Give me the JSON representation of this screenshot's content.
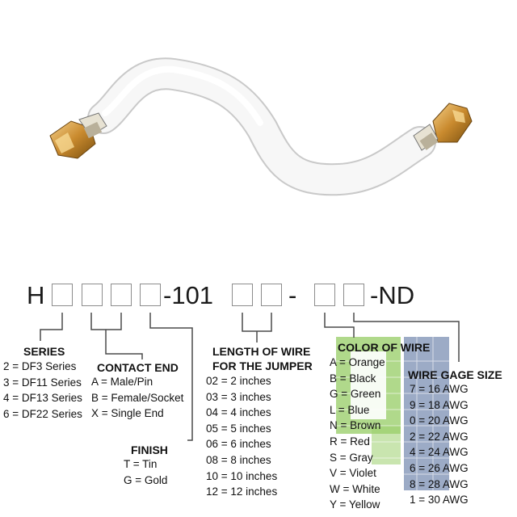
{
  "part_number": {
    "prefix": "H",
    "mid": "-101",
    "dash": "-",
    "suffix": "-ND"
  },
  "series": {
    "title": "SERIES",
    "items": [
      "2 = DF3 Series",
      "3 = DF11 Series",
      "4 = DF13 Series",
      "6 = DF22 Series"
    ]
  },
  "contact_end": {
    "title": "CONTACT END",
    "items": [
      "A = Male/Pin",
      "B = Female/Socket",
      "X = Single End"
    ]
  },
  "finish": {
    "title": "FINISH",
    "items": [
      "T = Tin",
      "G = Gold"
    ]
  },
  "length": {
    "title_line1": "LENGTH OF WIRE",
    "title_line2": "FOR THE JUMPER",
    "items": [
      "02 = 2 inches",
      "03 = 3 inches",
      "04 = 4 inches",
      "05 = 5 inches",
      "06 = 6 inches",
      "08 = 8 inches",
      "10 = 10 inches",
      "12 = 12 inches"
    ]
  },
  "color_of_wire": {
    "title": "COLOR OF WIRE",
    "items": [
      "A = Orange",
      "B = Black",
      "G = Green",
      "L = Blue",
      "N = Brown",
      "R = Red",
      "S = Gray",
      "V = Violet",
      "W = White",
      "Y = Yellow"
    ]
  },
  "wire_gage": {
    "title": "WIRE GAGE SIZE",
    "items": [
      "7 = 16 AWG",
      "9 = 18 AWG",
      "0 = 20 AWG",
      "2 = 22 AWG",
      "4 = 24 AWG",
      "6 = 26 AWG",
      "8 = 28 AWG",
      "1 = 30 AWG"
    ]
  },
  "colors": {
    "wire": "#f4f4f4",
    "contact": "#d9a54a",
    "logo_green": "#9ccf6e",
    "logo_blue": "#7b8fb3",
    "leader_lines": "#4a4a4a",
    "box_border": "#8c8c8c"
  }
}
